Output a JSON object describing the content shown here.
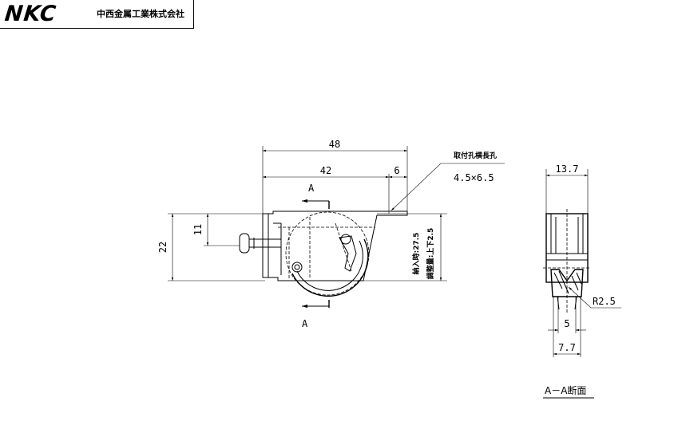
{
  "header": {
    "logo_text": "NKC",
    "company_name": "中西金属工業株式会社"
  },
  "front_view": {
    "dim_overall_width": "48",
    "dim_width_main": "42",
    "dim_width_slot": "6",
    "dim_height": "22",
    "dim_upper": "11",
    "mount_hole_label": "取付孔横長孔",
    "mount_hole_size": "4.5×6.5",
    "delivery_label": "納入時:27.5",
    "adjust_label": "調整量:上下2.5",
    "section_mark_top": "A",
    "section_mark_bottom": "A"
  },
  "section_view": {
    "dim_top_width": "13.7",
    "dim_radius": "R2.5",
    "dim_groove": "5",
    "dim_wheel_width": "7.7",
    "title": "A－A断面"
  }
}
